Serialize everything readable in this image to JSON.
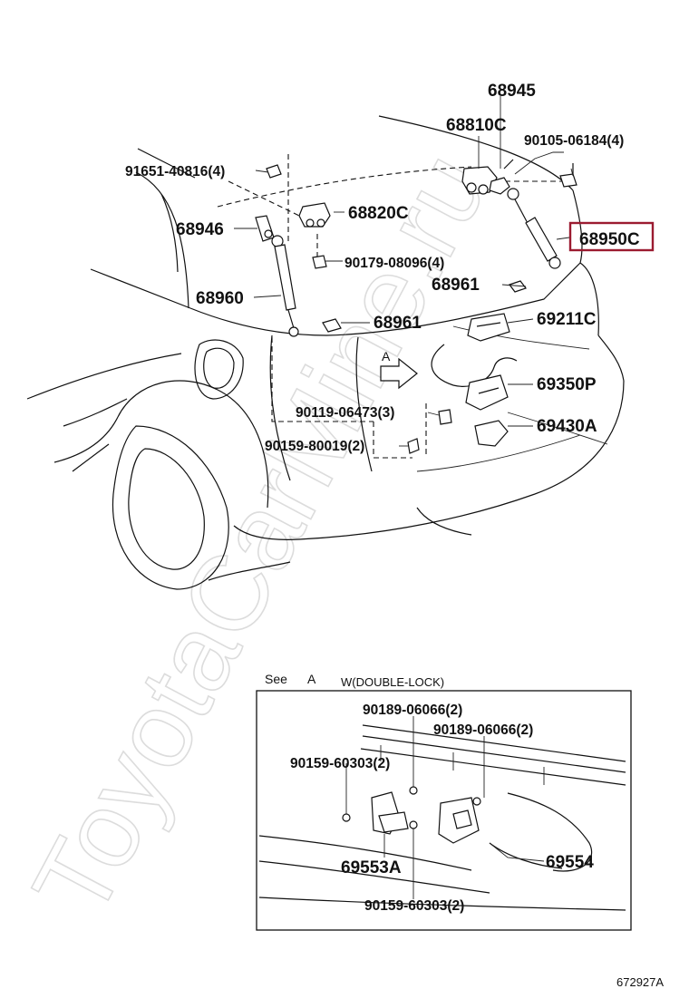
{
  "watermark": "ToyotaCarMine.ru",
  "highlight_color": "#9b1b30",
  "parts": {
    "p68945": "68945",
    "p68810C": "68810C",
    "p90105": "90105-06184(4)",
    "p91651": "91651-40816(4)",
    "p68820C": "68820C",
    "p68946": "68946",
    "p68950C": "68950C",
    "p90179": "90179-08096(4)",
    "p68961a": "68961",
    "p68960": "68960",
    "p68961b": "68961",
    "p69211C": "69211C",
    "p69350P": "69350P",
    "p90119": "90119-06473(3)",
    "p69430A": "69430A",
    "p90159_80019": "90159-80019(2)"
  },
  "arrow_label": "A",
  "inset": {
    "see_label": "See",
    "see_ref": "A",
    "title": "W(DOUBLE-LOCK)",
    "parts": {
      "p90189a": "90189-06066(2)",
      "p90189b": "90189-06066(2)",
      "p90159a": "90159-60303(2)",
      "p69553A": "69553A",
      "p69554": "69554",
      "p90159b": "90159-60303(2)"
    }
  },
  "figure_id": "672927A"
}
